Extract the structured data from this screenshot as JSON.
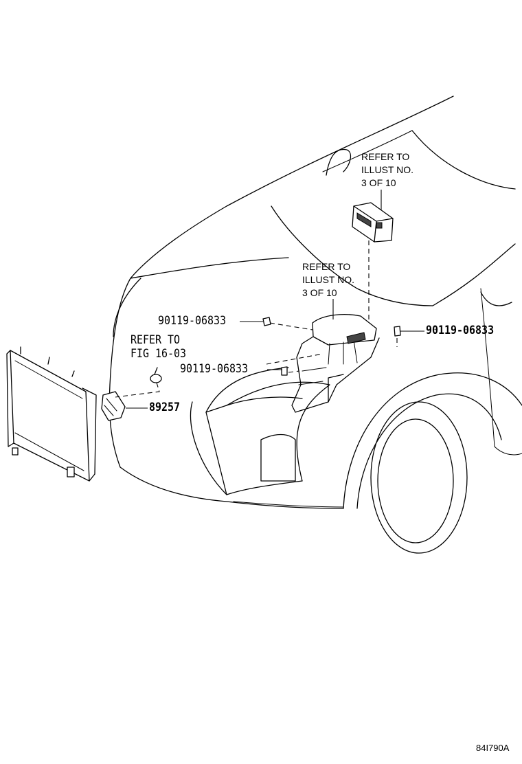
{
  "callouts": {
    "refer_battery": [
      "REFER TO",
      "ILLUST NO.",
      "3 OF 10"
    ],
    "refer_relay_block": [
      "REFER TO",
      "ILLUST NO.",
      "3 OF 10"
    ],
    "refer_fig": [
      "REFER  TO",
      "FIG  16-03"
    ]
  },
  "parts": {
    "bolt_left": "90119-06833",
    "bolt_right": "90119-06833",
    "bolt_center": "90119-06833",
    "sensor": "89257"
  },
  "illustration_code": "84I790A"
}
